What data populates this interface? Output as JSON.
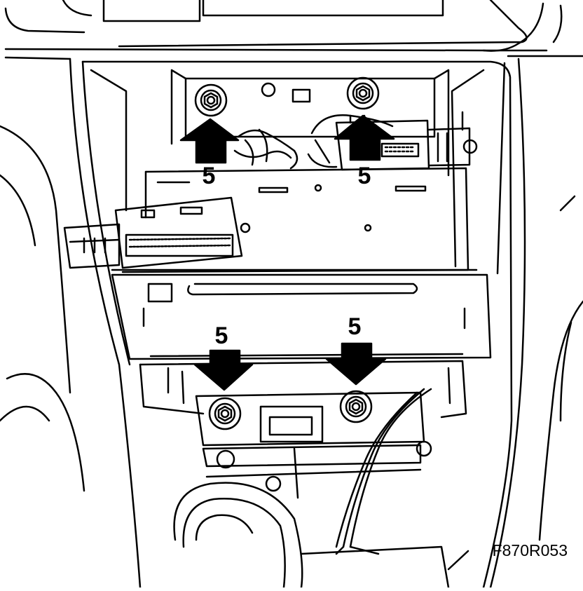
{
  "figure": {
    "reference": "F870R053"
  },
  "callouts": {
    "screw_top_left": "5",
    "screw_top_right": "5",
    "screw_bottom_left": "5",
    "screw_bottom_right": "5"
  },
  "colors": {
    "line": "#000000",
    "background": "#ffffff"
  }
}
